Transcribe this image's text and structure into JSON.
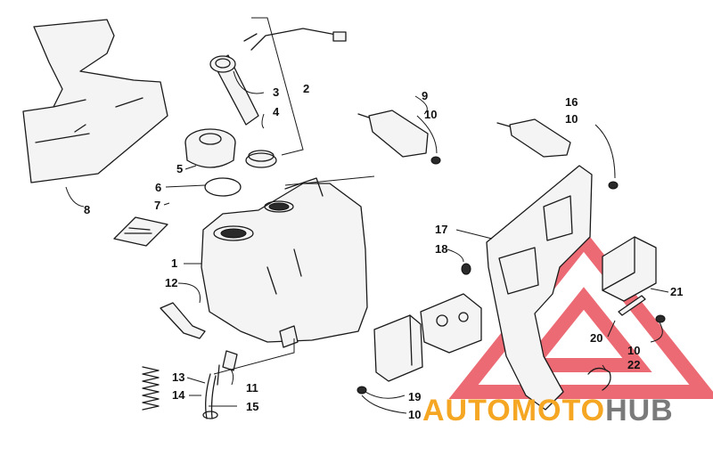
{
  "callouts": [
    {
      "id": "c1",
      "label": "1"
    },
    {
      "id": "c2",
      "label": "2"
    },
    {
      "id": "c3",
      "label": "3"
    },
    {
      "id": "c4",
      "label": "4"
    },
    {
      "id": "c5",
      "label": "5"
    },
    {
      "id": "c6",
      "label": "6"
    },
    {
      "id": "c7",
      "label": "7"
    },
    {
      "id": "c8",
      "label": "8"
    },
    {
      "id": "c9",
      "label": "9"
    },
    {
      "id": "c10a",
      "label": "10"
    },
    {
      "id": "c16",
      "label": "16"
    },
    {
      "id": "c10b",
      "label": "10"
    },
    {
      "id": "c17",
      "label": "17"
    },
    {
      "id": "c18",
      "label": "18"
    },
    {
      "id": "c12",
      "label": "12"
    },
    {
      "id": "c21",
      "label": "21"
    },
    {
      "id": "c20",
      "label": "20"
    },
    {
      "id": "c10c",
      "label": "10"
    },
    {
      "id": "c22",
      "label": "22"
    },
    {
      "id": "c13",
      "label": "13"
    },
    {
      "id": "c14",
      "label": "14"
    },
    {
      "id": "c11",
      "label": "11"
    },
    {
      "id": "c15",
      "label": "15"
    },
    {
      "id": "c19",
      "label": "19"
    },
    {
      "id": "c10d",
      "label": "10"
    }
  ],
  "watermark": {
    "part1": "AUTOMOTO",
    "part2": "HUB",
    "color_primary": "#f5a623",
    "color_secondary": "#7a7a7a",
    "triangle_color": "#e8505b"
  }
}
